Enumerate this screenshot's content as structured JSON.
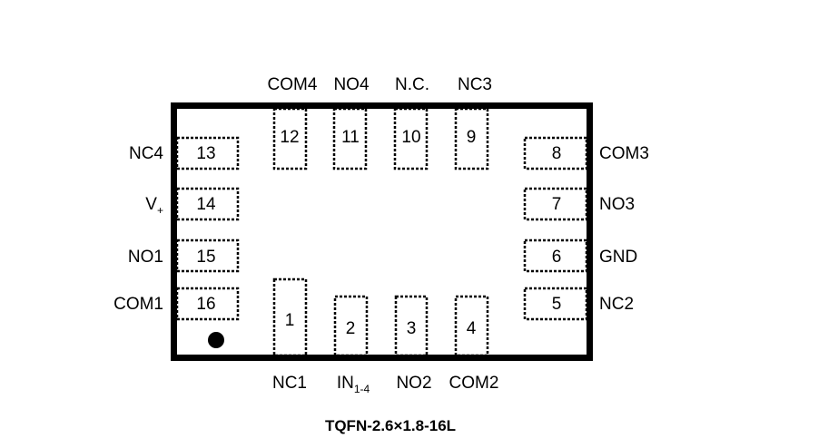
{
  "package_title": "TQFN-2.6×1.8-16L",
  "pins": [
    {
      "number": "1",
      "name": "NC1",
      "name_sub": ""
    },
    {
      "number": "2",
      "name": "IN",
      "name_sub": "1-4"
    },
    {
      "number": "3",
      "name": "NO2",
      "name_sub": ""
    },
    {
      "number": "4",
      "name": "COM2",
      "name_sub": ""
    },
    {
      "number": "5",
      "name": "NC2",
      "name_sub": ""
    },
    {
      "number": "6",
      "name": "GND",
      "name_sub": ""
    },
    {
      "number": "7",
      "name": "NO3",
      "name_sub": ""
    },
    {
      "number": "8",
      "name": "COM3",
      "name_sub": ""
    },
    {
      "number": "9",
      "name": "NC3",
      "name_sub": ""
    },
    {
      "number": "10",
      "name": "N.C.",
      "name_sub": ""
    },
    {
      "number": "11",
      "name": "NO4",
      "name_sub": ""
    },
    {
      "number": "12",
      "name": "COM4",
      "name_sub": ""
    },
    {
      "number": "13",
      "name": "NC4",
      "name_sub": ""
    },
    {
      "number": "14",
      "name": "V",
      "name_sub": "+"
    },
    {
      "number": "15",
      "name": "NO1",
      "name_sub": ""
    },
    {
      "number": "16",
      "name": "COM1",
      "name_sub": ""
    }
  ],
  "pin1_marker": "pin-1-indicator-dot"
}
